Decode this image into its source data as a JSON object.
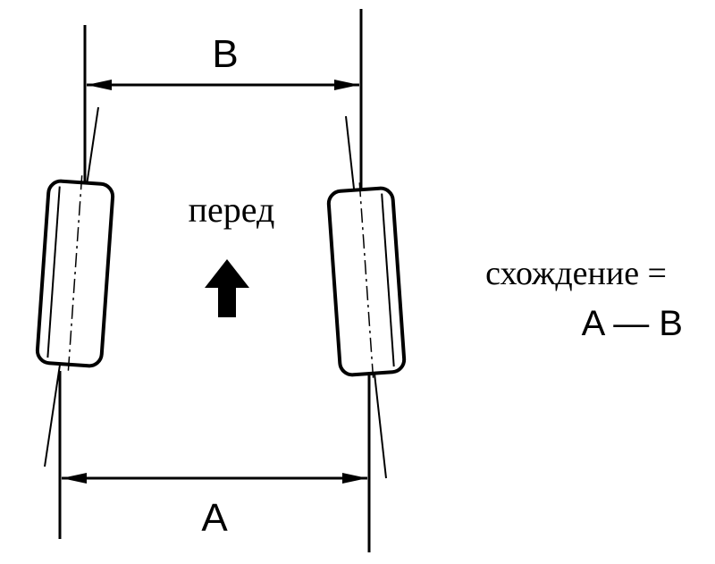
{
  "labels": {
    "top_dimension": "B",
    "bottom_dimension": "A",
    "direction": "перед",
    "formula_line1": "схождение =",
    "formula_line2": "A — B"
  },
  "colors": {
    "ink": "#000000",
    "background": "#ffffff"
  }
}
